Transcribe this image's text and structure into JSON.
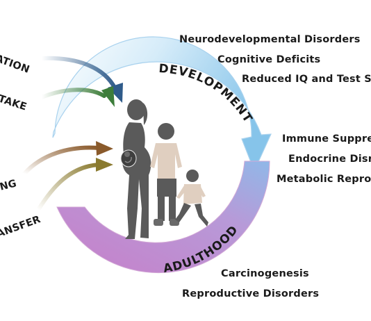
{
  "left_labels": [
    "ATION",
    "TAKE",
    "NG",
    "ANSFER"
  ],
  "ring_labels": {
    "top": "DEVELOPMENT",
    "bottom": "ADULTHOOD"
  },
  "outcomes": {
    "development": [
      "Neurodevelopmental Disorders",
      "Cognitive Deficits",
      "Reduced IQ and Test S"
    ],
    "middle": [
      "Immune Suppre",
      "Endocrine Disr",
      "Metabolic Reprog"
    ],
    "adulthood": [
      "Carcinogenesis",
      "Reproductive Disorders"
    ]
  },
  "colors": {
    "arrow1": "#2f5b8a",
    "arrow2": "#3d7d3a",
    "arrow3": "#8a5a2b",
    "arrow4": "#8a7a2f",
    "ring_top": "#8fc8ec",
    "ring_bottom": "#c77fc9",
    "silhouette": "#5a5a5a",
    "shirt": "#e0cfc0"
  },
  "icons": [
    "pregnant-woman-figure",
    "child-figure",
    "toddler-figure",
    "fetus-icon"
  ]
}
